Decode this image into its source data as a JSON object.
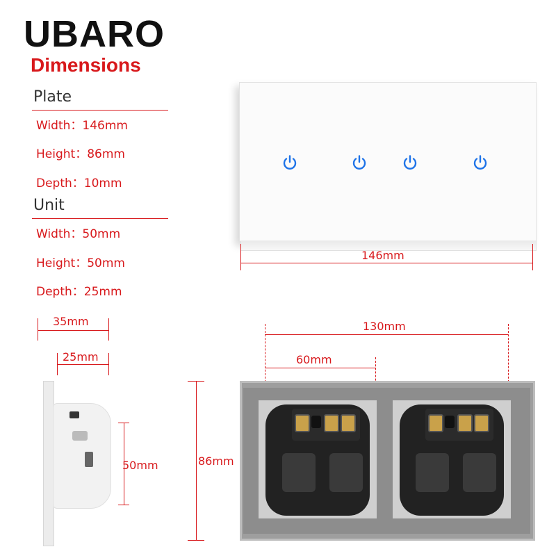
{
  "brand": {
    "name": "UBARO",
    "subtitle": "Dimensions"
  },
  "plate": {
    "title": "Plate",
    "width": "Width：146mm",
    "height": "Height：86mm",
    "depth": "Depth：10mm"
  },
  "unit": {
    "title": "Unit",
    "width": "Width：50mm",
    "height": "Height：50mm",
    "depth": "Depth：25mm"
  },
  "dimensions": {
    "plate_width": "146mm",
    "side_depth_total": "35mm",
    "side_depth_unit": "25mm",
    "unit_height": "50mm",
    "plate_height": "86mm",
    "spacing_total": "130mm",
    "spacing_module": "60mm"
  },
  "icons": {
    "power": "power-icon",
    "color": "#1e73e8"
  },
  "colors": {
    "accent": "#d8191c",
    "brand": "#111111"
  }
}
